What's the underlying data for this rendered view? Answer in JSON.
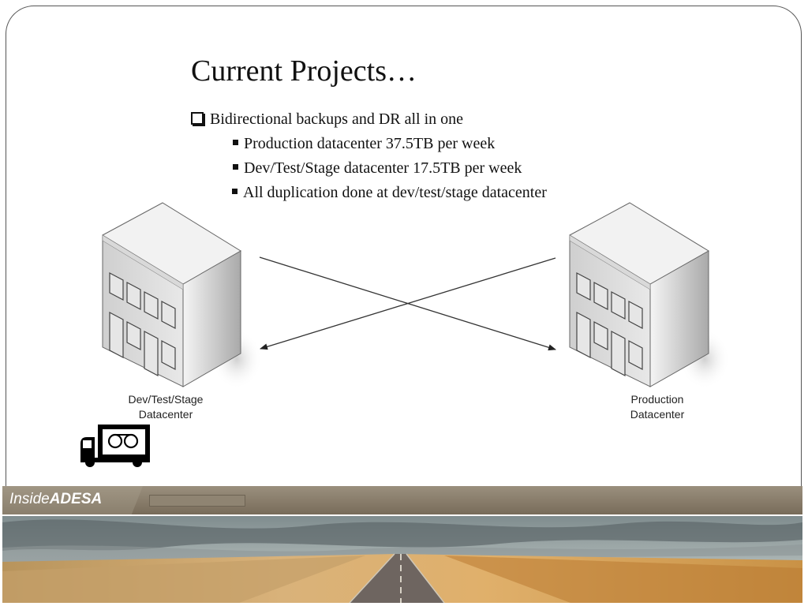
{
  "slide": {
    "title": "Current Projects…",
    "main_bullet": "Bidirectional backups and DR all in one",
    "sub_bullets": [
      "Production datacenter 37.5TB per week",
      "Dev/Test/Stage datacenter 17.5TB per week",
      "All duplication done at dev/test/stage datacenter"
    ]
  },
  "diagram": {
    "left_datacenter": {
      "line1": "Dev/Test/Stage",
      "line2": "Datacenter"
    },
    "right_datacenter": {
      "line1": "Production",
      "line2": "Datacenter"
    }
  },
  "footer": {
    "brand_prefix": "Inside",
    "brand_name": "ADESA"
  },
  "colors": {
    "footer_bar": "#867a68",
    "text": "#111111"
  }
}
